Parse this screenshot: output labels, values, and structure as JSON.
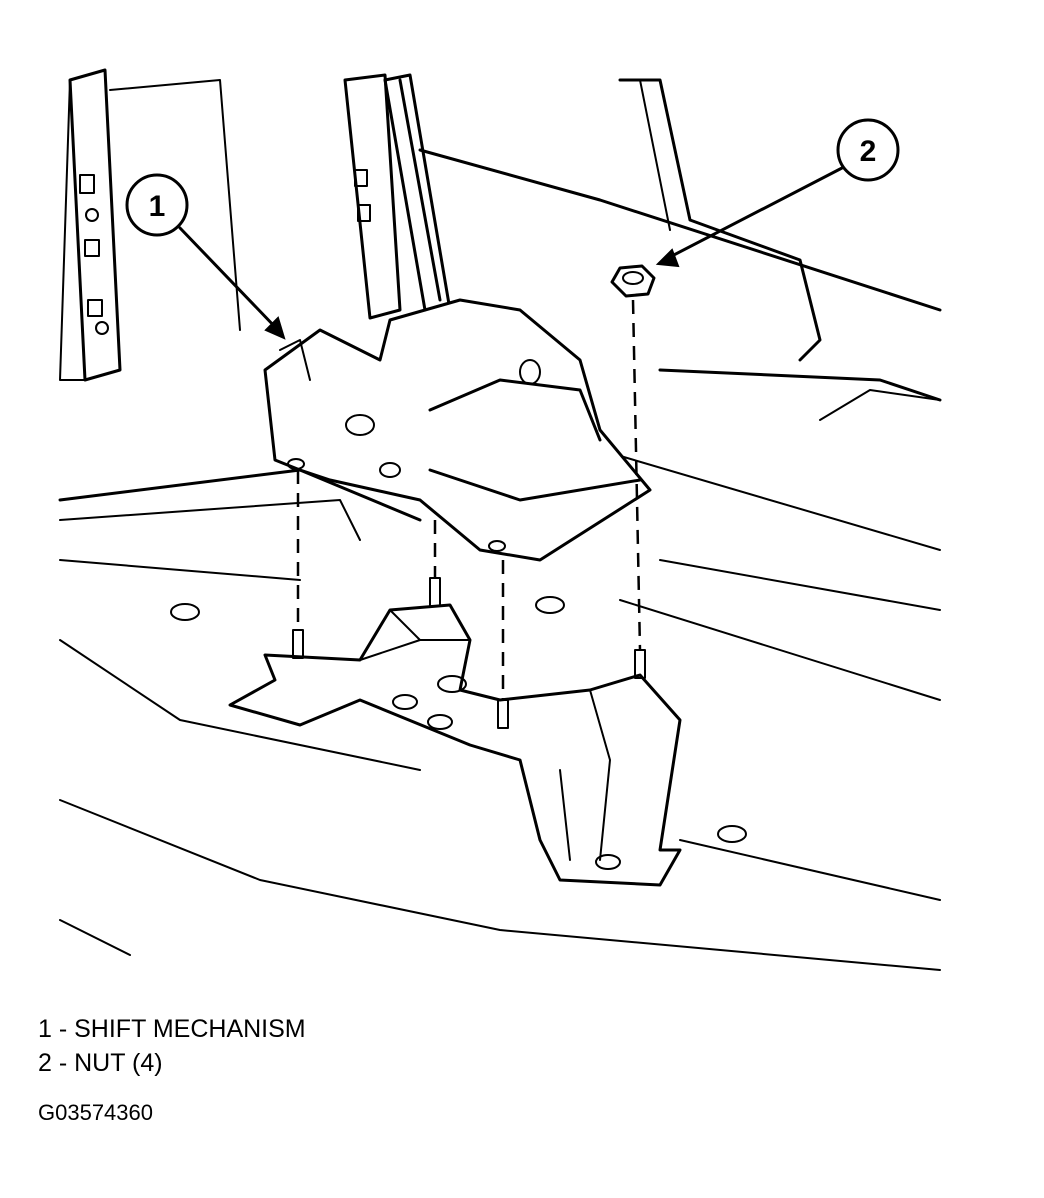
{
  "callouts": [
    {
      "number": "1"
    },
    {
      "number": "2"
    }
  ],
  "legend": [
    {
      "text": "1 - SHIFT MECHANISM"
    },
    {
      "text": "2 - NUT (4)"
    }
  ],
  "figure_id": "G03574360"
}
